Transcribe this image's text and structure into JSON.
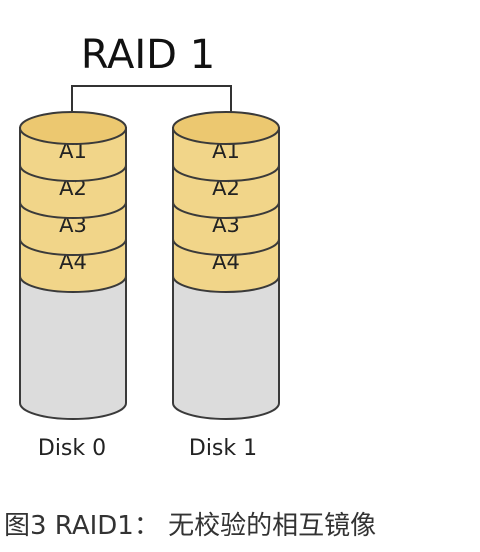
{
  "diagram": {
    "title": "RAID 1",
    "disks": [
      {
        "label": "Disk 0",
        "blocks": [
          "A1",
          "A2",
          "A3",
          "A4"
        ]
      },
      {
        "label": "Disk 1",
        "blocks": [
          "A1",
          "A2",
          "A3",
          "A4"
        ]
      }
    ],
    "colors": {
      "block_fill": "#f1d589",
      "block_top_fill": "#ecc870",
      "empty_fill": "#dcdcdc",
      "stroke": "#3a3a3a",
      "connector": "#333333"
    }
  },
  "caption": "图3 RAID1： 无校验的相互镜像"
}
